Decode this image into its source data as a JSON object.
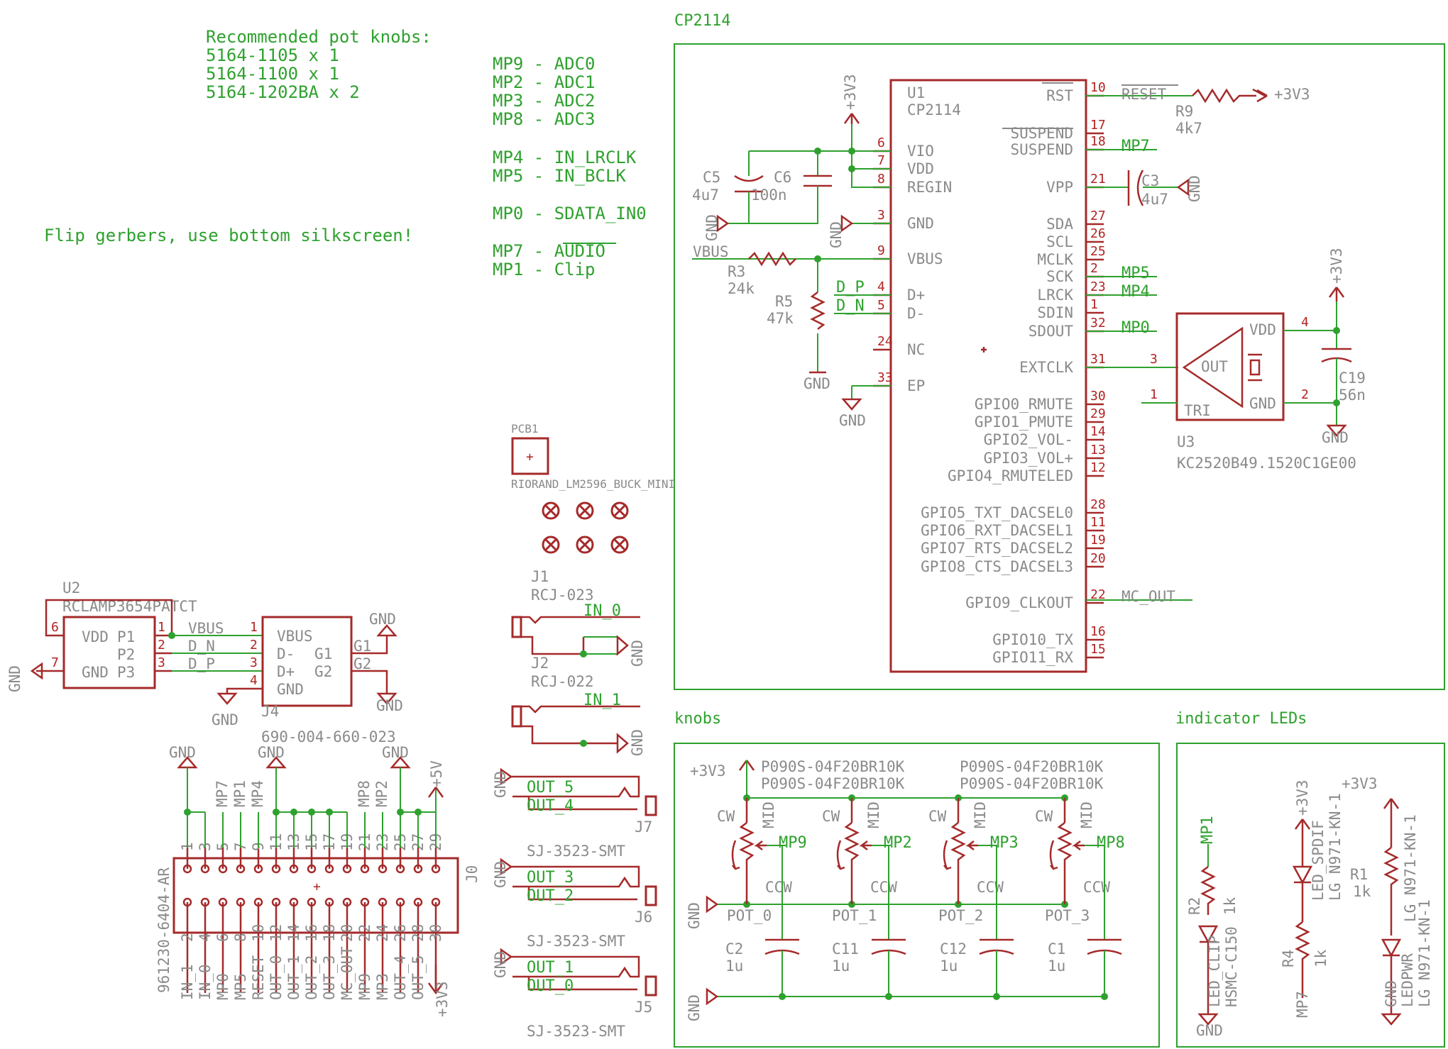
{
  "notes": {
    "knobs_title": "Recommended pot knobs:",
    "knobs": [
      "5164-1105 x 1",
      "5164-1100 x 1",
      "5164-1202BA x 2"
    ],
    "flip": "Flip gerbers, use bottom silkscreen!",
    "mp_map": [
      "MP9 - ADC0",
      "MP2 - ADC1",
      "MP3 - ADC2",
      "MP8 - ADC3",
      "MP4 - IN_LRCLK",
      "MP5 - IN_BCLK",
      "MP0 - SDATA_IN0",
      "MP7 - AUDIO",
      "MP1 - Clip"
    ]
  },
  "frames": {
    "cp2114": "CP2114",
    "knobs": "knobs",
    "leds": "indicator LEDs"
  },
  "u1": {
    "ref": "U1",
    "value": "CP2114",
    "left_pins": [
      {
        "num": "6",
        "name": "VIO"
      },
      {
        "num": "7",
        "name": "VDD"
      },
      {
        "num": "8",
        "name": "REGIN"
      },
      {
        "num": "3",
        "name": "GND"
      },
      {
        "num": "9",
        "name": "VBUS"
      },
      {
        "num": "4",
        "name": "D+"
      },
      {
        "num": "5",
        "name": "D-"
      },
      {
        "num": "24",
        "name": "NC"
      },
      {
        "num": "33",
        "name": "EP"
      }
    ],
    "right_pins": [
      {
        "num": "10",
        "name": "RST"
      },
      {
        "num": "17",
        "name": "SUSPEND"
      },
      {
        "num": "18",
        "name": "SUSPEND"
      },
      {
        "num": "21",
        "name": "VPP"
      },
      {
        "num": "27",
        "name": "SDA"
      },
      {
        "num": "26",
        "name": "SCL"
      },
      {
        "num": "25",
        "name": "MCLK"
      },
      {
        "num": "2",
        "name": "SCK"
      },
      {
        "num": "23",
        "name": "LRCK"
      },
      {
        "num": "1",
        "name": "SDIN"
      },
      {
        "num": "32",
        "name": "SDOUT"
      },
      {
        "num": "31",
        "name": "EXTCLK"
      },
      {
        "num": "30",
        "name": "GPIO0_RMUTE"
      },
      {
        "num": "29",
        "name": "GPIO1_PMUTE"
      },
      {
        "num": "14",
        "name": "GPIO2_VOL-"
      },
      {
        "num": "13",
        "name": "GPIO3_VOL+"
      },
      {
        "num": "12",
        "name": "GPIO4_RMUTELED"
      },
      {
        "num": "28",
        "name": "GPIO5_TXT_DACSEL0"
      },
      {
        "num": "11",
        "name": "GPIO6_RXT_DACSEL1"
      },
      {
        "num": "19",
        "name": "GPIO7_RTS_DACSEL2"
      },
      {
        "num": "20",
        "name": "GPIO8_CTS_DACSEL3"
      },
      {
        "num": "22",
        "name": "GPIO9_CLKOUT"
      },
      {
        "num": "16",
        "name": "GPIO10_TX"
      },
      {
        "num": "15",
        "name": "GPIO11_RX"
      }
    ],
    "nets": {
      "reset": "RESET",
      "mp7": "MP7",
      "mp5": "MP5",
      "mp4": "MP4",
      "mp0": "MP0",
      "mc_out": "MC_OUT",
      "vbus": "VBUS",
      "d_p": "D_P",
      "d_n": "D_N"
    }
  },
  "passives": {
    "r9": {
      "ref": "R9",
      "value": "4k7"
    },
    "r3": {
      "ref": "R3",
      "value": "24k"
    },
    "r5": {
      "ref": "R5",
      "value": "47k"
    },
    "c5": {
      "ref": "C5",
      "value": "4u7"
    },
    "c6": {
      "ref": "C6",
      "value": "100n"
    },
    "c3": {
      "ref": "C3",
      "value": "4u7"
    },
    "c19": {
      "ref": "C19",
      "value": "56n"
    }
  },
  "u3": {
    "ref": "U3",
    "value": "KC2520B49.1520C1GE00",
    "vdd": "VDD",
    "out": "OUT",
    "gnd": "GND",
    "tri": "TRI",
    "pin_vdd": "4",
    "pin_out": "3",
    "pin_tri": "1",
    "pin_gnd": "2"
  },
  "power": {
    "v33": "+3V3",
    "gnd": "GND",
    "v5": "+5V"
  },
  "pcb1": {
    "ref": "PCB1",
    "value": "RIORAND_LM2596_BUCK_MINI"
  },
  "u2": {
    "ref": "U2",
    "value": "RCLAMP3654PATCT",
    "vdd": "VDD",
    "gnd": "GND",
    "p1": "P1",
    "p2": "P2",
    "p3": "P3",
    "pins": [
      "1",
      "2",
      "3",
      "6",
      "7"
    ]
  },
  "j4": {
    "ref": "J4",
    "value": "690-004-660-023",
    "vbus": "VBUS",
    "dm": "D-",
    "dp": "D+",
    "gnd": "GND",
    "g1": "G1",
    "g2": "G2",
    "pins": [
      "1",
      "2",
      "3",
      "4"
    ]
  },
  "u2_nets": {
    "vbus": "VBUS",
    "d_n": "D_N",
    "d_p": "D_P"
  },
  "jacks": {
    "j1": {
      "ref": "J1",
      "value": "RCJ-023",
      "net": "IN_0"
    },
    "j2": {
      "ref": "J2",
      "value": "RCJ-022",
      "net": "IN_1"
    },
    "j7": {
      "ref": "J7",
      "value": "SJ-3523-SMT",
      "nets": [
        "OUT_5",
        "OUT_4"
      ]
    },
    "j6": {
      "ref": "J6",
      "value": "SJ-3523-SMT",
      "nets": [
        "OUT_3",
        "OUT_2"
      ]
    },
    "j5": {
      "ref": "J5",
      "value": "SJ-3523-SMT",
      "nets": [
        "OUT_1",
        "OUT_0"
      ]
    }
  },
  "j0": {
    "ref": "J0",
    "value": "961230-6404-AR",
    "top_pins": [
      "1",
      "3",
      "5",
      "7",
      "9",
      "11",
      "13",
      "15",
      "17",
      "19",
      "21",
      "23",
      "25",
      "27",
      "29"
    ],
    "bottom_pins": [
      "2",
      "4",
      "6",
      "8",
      "10",
      "12",
      "14",
      "16",
      "18",
      "20",
      "22",
      "24",
      "26",
      "28",
      "30"
    ],
    "top_nets": [
      "MP7",
      "MP1",
      "MP4",
      "MP8",
      "MP2"
    ],
    "bottom_nets": [
      "IN_1",
      "IN_0",
      "MP0",
      "MP5",
      "RESET",
      "OUT_0",
      "OUT_1",
      "OUT_2",
      "OUT_3",
      "MC_OUT",
      "MP9",
      "MP3",
      "OUT_4",
      "OUT_5"
    ]
  },
  "knobs": {
    "pots": [
      {
        "ref": "POT_0",
        "value": "P090S-04F20BR10K",
        "net": "MP9"
      },
      {
        "ref": "POT_1",
        "value": "P090S-04F20BR10K",
        "net": "MP2"
      },
      {
        "ref": "POT_2",
        "value": "P090S-04F20BR10K",
        "net": "MP3"
      },
      {
        "ref": "POT_3",
        "value": "P090S-04F20BR10K",
        "net": "MP8"
      }
    ],
    "cw": "CW",
    "ccw": "CCW",
    "mid": "MID",
    "caps": [
      {
        "ref": "C2",
        "value": "1u"
      },
      {
        "ref": "C11",
        "value": "1u"
      },
      {
        "ref": "C12",
        "value": "1u"
      },
      {
        "ref": "C1",
        "value": "1u"
      }
    ]
  },
  "leds": {
    "r2": {
      "ref": "R2",
      "value": "1k",
      "net": "MP1"
    },
    "led_clip": {
      "ref": "LED_CLIP",
      "value": "HSMC-C150"
    },
    "led_spdif": {
      "ref": "LED_SPDIF",
      "value": "LG N971-KN-1"
    },
    "r4": {
      "ref": "R4",
      "value": "1k",
      "net": "MP7"
    },
    "r1": {
      "ref": "R1",
      "value": "1k"
    },
    "ledpwr": {
      "ref": "LEDPWR",
      "value": "LG N971-KN-1"
    }
  }
}
